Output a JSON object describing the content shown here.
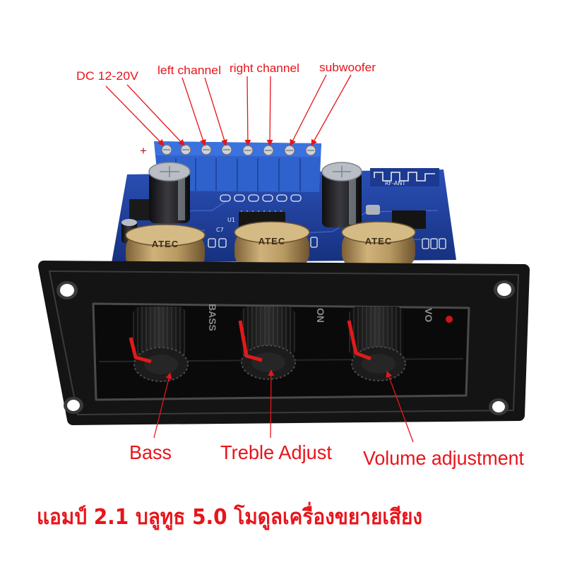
{
  "top_labels": {
    "dc": "DC 12-20V",
    "left_channel": "left channel",
    "right_channel": "right channel",
    "subwoofer": "subwoofer",
    "plus_sign": "+"
  },
  "bottom_labels": {
    "bass": "Bass",
    "treble": "Treble Adjust",
    "volume": "Volume adjustment"
  },
  "board": {
    "pot_brand": [
      "ATEC",
      "ATEC",
      "ATEC"
    ],
    "antenna_label": "RF-ANT",
    "silkscreen": [
      "U1",
      "C7"
    ],
    "panel_labels": [
      "BASS",
      "ON",
      "VO"
    ]
  },
  "caption": "แอมป์ 2.1 บลูทูธ 5.0 โมดูลเครื่องขยายเสียง",
  "colors": {
    "annotation": "#e8141b",
    "pcb": "#1f3f9a",
    "terminal_block": "#2f62cc",
    "faceplate": "#141414",
    "knob_pointer": "#e01a1a",
    "potentiometer_brass": "#b89a62"
  }
}
